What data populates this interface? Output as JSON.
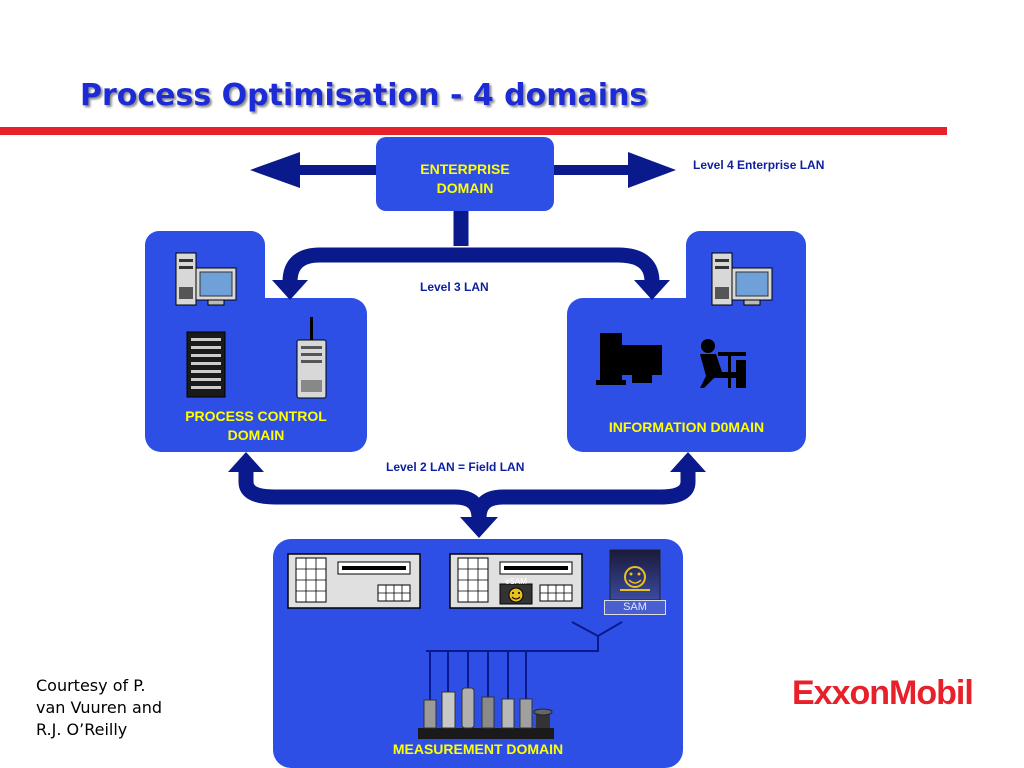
{
  "title": "Process Optimisation - 4 domains",
  "domains": {
    "enterprise": [
      "ENTERPRISE",
      "DOMAIN"
    ],
    "process_control": [
      "PROCESS CONTROL",
      "DOMAIN"
    ],
    "information": "INFORMATION D0MAIN",
    "measurement": "MEASUREMENT DOMAIN"
  },
  "lan_labels": {
    "level4": "Level 4 Enterprise LAN",
    "level3": "Level 3 LAN",
    "level2": "Level 2 LAN = Field LAN"
  },
  "device_labels": {
    "sam": "SAM",
    "esam": "eSAM"
  },
  "credit": [
    "Courtesy of P.",
    "van Vuuren and",
    "R.J. O’Reilly"
  ],
  "logo": "ExxonMobil",
  "colors": {
    "title": "#1c2bd6",
    "panel_blue": "#2e4fe6",
    "arrow_navy": "#0a1a8c",
    "label_yellow": "#ffff00",
    "red_rule": "#e8202a"
  }
}
